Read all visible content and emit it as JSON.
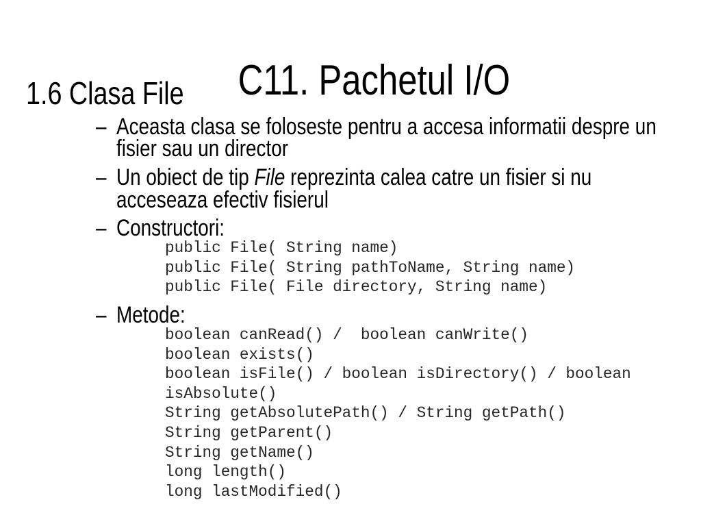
{
  "slide": {
    "title": "C11. Pachetul I/O",
    "section_heading": "1.6 Clasa File",
    "bullet_marker": "–",
    "purpose": {
      "lines": [
        "Aceasta clasa se foloseste pentru a accesa informatii despre un",
        "fisier sau un director"
      ]
    },
    "representation": {
      "line1_before": "Un obiect de tip ",
      "line1_emphasis": "File",
      "line1_after": " reprezinta calea catre un fisier si nu",
      "line2": "acceseaza efectiv fisierul"
    },
    "constructors": {
      "label": "Constructori:",
      "code": [
        "public File( String name)",
        "public File( String pathToName, String name)",
        "public File( File directory, String name)"
      ]
    },
    "methods": {
      "label": "Metode:",
      "code": [
        "boolean canRead() /  boolean canWrite()",
        "boolean exists()",
        "boolean isFile() / boolean isDirectory() / boolean",
        "isAbsolute()",
        "String getAbsolutePath() / String getPath()",
        "String getParent()",
        "String getName()",
        "long length()",
        "long lastModified()"
      ]
    }
  }
}
